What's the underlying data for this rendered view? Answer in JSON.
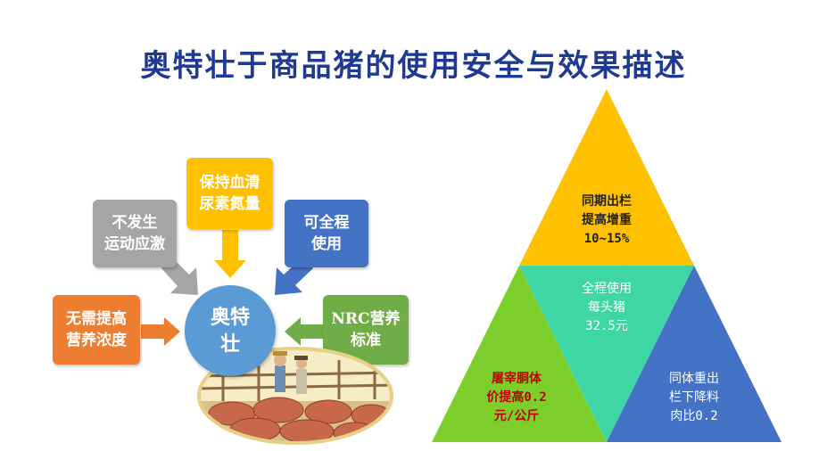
{
  "title": "奥特壮于商品猪的使用安全与效果描述",
  "center": {
    "label": "奥特\n壮"
  },
  "boxes": {
    "serum_urea": "保持血清\n尿素氮量",
    "no_stress": "不发生\n运动应激",
    "whole_course": "可全程\n使用",
    "no_higher_nutrition": "无需提高\n营养浓度",
    "nrc_standard": "NRC营养\n标准"
  },
  "pyramid": {
    "top": "同期出栏\n提高增重\n10~15%",
    "middle": "全程使用\n每头猪\n32.5元",
    "left": "屠宰胴体\n价提高0.2\n元/公斤",
    "right": "同体重出\n栏下降料\n肉比0.2"
  },
  "colors": {
    "title": "#1f3a93",
    "orange": "#ed7d31",
    "gray": "#a5a5a5",
    "gold": "#ffc000",
    "blue": "#4472c4",
    "green": "#70ad47",
    "circle": "#5b9bd5",
    "tri_top": "#ffc000",
    "tri_middle": "#3fd6a6",
    "tri_left": "#7ccf2a",
    "tri_right": "#4472c4",
    "red_text": "#c00000"
  }
}
